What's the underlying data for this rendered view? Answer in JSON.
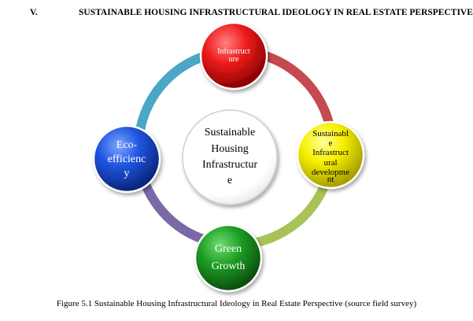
{
  "heading": {
    "number": "V.",
    "title": "SUSTAINABLE HOUSING INFRASTRUCTURAL IDEOLOGY IN REAL ESTATE PERSPECTIVE"
  },
  "diagram": {
    "center": {
      "lines": [
        "Sustainable",
        "Housing",
        "Infrastructur",
        "e"
      ]
    },
    "nodes": [
      {
        "id": "infrastructure",
        "lines": [
          "Infrastruct",
          "ure"
        ],
        "color": "#e01010"
      },
      {
        "id": "sustainable-infrastructural-development",
        "lines": [
          "Sustainabl",
          "e",
          "Infrastruct",
          "ural",
          "developme",
          "nt"
        ],
        "color": "#f5ef00"
      },
      {
        "id": "green-growth",
        "lines": [
          "Green",
          "Growth"
        ],
        "color": "#1a9a22"
      },
      {
        "id": "eco-efficiency",
        "lines": [
          "Eco-",
          "efficienc",
          "y"
        ],
        "color": "#1a4fd8"
      }
    ],
    "ring_colors": [
      "#c44a4f",
      "#a8c257",
      "#7c68a6",
      "#4aa7c6"
    ]
  },
  "caption": "Figure 5.1 Sustainable Housing Infrastructural Ideology in Real Estate Perspective (source field survey)"
}
